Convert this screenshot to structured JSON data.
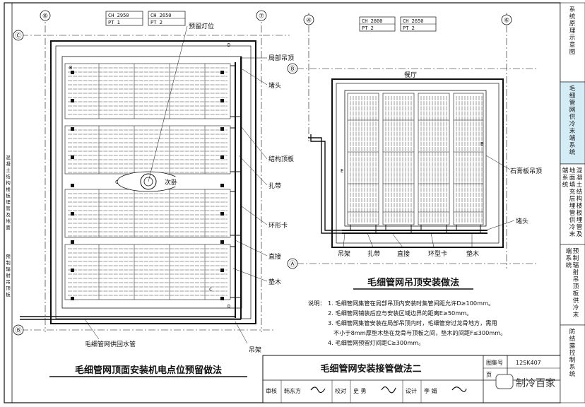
{
  "left_plan": {
    "grid_top": [
      "⑥",
      "⑦"
    ],
    "grid_left": [
      "Ⓒ",
      "Ⓑ"
    ],
    "tags": [
      {
        "line1": "CH 2950",
        "line2": "PT 1"
      },
      {
        "line1": "CH 2650",
        "line2": "PT 2"
      }
    ],
    "labels": {
      "light": "预留灯位",
      "room": "次卧",
      "ceiling": "局部吊顶",
      "plug": "堵头",
      "slab": "结构顶板",
      "tie": "扎带",
      "ring": "环形卡",
      "straight": "直接",
      "pad": "垫木",
      "pipe": "毛细管网供回水管",
      "hanger": "吊架",
      "dim_d": "D",
      "dim_c": "C",
      "mark_b": "B"
    },
    "title": "毛细管网顶面安装机电点位预留做法"
  },
  "right_plan": {
    "grid_top": [
      "④",
      "⑥"
    ],
    "grid_right": [
      "Ⓑ",
      "Ⓐ"
    ],
    "tags": [
      {
        "line1": "CH 2800",
        "line2": "PT 2"
      },
      {
        "line1": "CH 2650",
        "line2": "PT 2"
      }
    ],
    "labels": {
      "room": "餐厅",
      "gypsum": "石膏板吊顶",
      "plug": "堵头",
      "dim_e": "E",
      "dim_b": "B"
    },
    "bottom_labels": [
      "吊架",
      "扎带",
      "直接",
      "环型卡",
      "垫木"
    ],
    "title": "毛细管网吊顶安装做法"
  },
  "notes": {
    "heading": "说明：",
    "lines": [
      "1. 毛细管网集管在局部吊顶内安装时集管间距允许D≥100mm。",
      "2. 毛细管网铺装后应与安装区域边界的距离E≥50mm。",
      "3. 毛细管网集管安装在局部吊顶内时，毛细管穿过龙骨地方，需用",
      "不小于8mm厚垫木垫在龙骨与顶板之间，垫木的间距F≤300mm。",
      "4. 毛细管网预留灯间距C≥300mm。"
    ]
  },
  "title_block": {
    "drawing_title": "毛细管网安装接管做法二",
    "atlas_label": "图集号",
    "atlas_no": "12SK407",
    "review": "审核",
    "reviewer": "韩东方",
    "check": "校对",
    "checker": "史 勇",
    "design": "设计",
    "designer": "李 娟",
    "page_label": "页"
  },
  "side_tabs": [
    {
      "text": "系统原理示意图",
      "active": false
    },
    {
      "text": "毛细管网供冷末端系统",
      "active": true
    },
    {
      "text": "混凝土结构楼板埋管及地面填充层埋管供冷末端系统",
      "active": false
    },
    {
      "text": "预制辐射吊顶板供冷末端系统",
      "active": false
    },
    {
      "text": "防结露控制系统",
      "active": false
    }
  ],
  "left_edge_tabs": [
    {
      "text": "混凝土结构楼板埋管及地面"
    },
    {
      "text": "预制辐射吊顶板"
    }
  ],
  "watermark": "制冷百家"
}
